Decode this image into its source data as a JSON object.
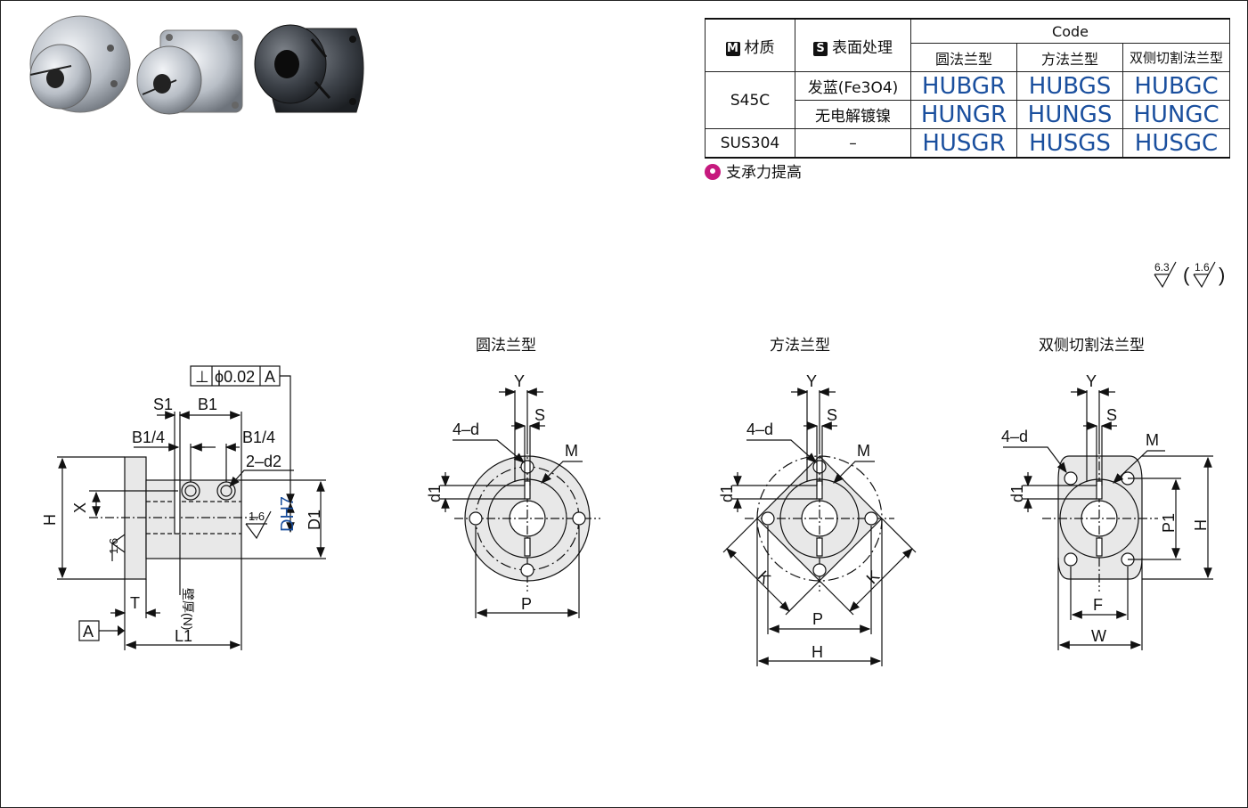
{
  "table": {
    "material_badge": "M",
    "material_header": "材质",
    "surface_badge": "S",
    "surface_header": "表面处理",
    "code_header": "Code",
    "types": [
      "圆法兰型",
      "方法兰型",
      "双侧切割法兰型"
    ],
    "rows": [
      {
        "material": "S45C",
        "surface": "发蓝(Fe3O4)",
        "codes": [
          "HUBGR",
          "HUBGS",
          "HUBGC"
        ]
      },
      {
        "material": "",
        "surface": "无电解镀镍",
        "codes": [
          "HUNGR",
          "HUNGS",
          "HUNGC"
        ]
      },
      {
        "material": "SUS304",
        "surface": "–",
        "codes": [
          "HUSGR",
          "HUSGS",
          "HUSGC"
        ]
      }
    ]
  },
  "note": "支承力提高",
  "roughness": {
    "main": "6.3",
    "alt": "1.6"
  },
  "views": {
    "round_title": "圆法兰型",
    "square_title": "方法兰型",
    "cut_title": "双侧切割法兰型"
  },
  "side_view": {
    "tolerance_symbol": "⊥",
    "tolerance_value": "ϕ0.02",
    "datum": "A",
    "S1": "S1",
    "B1": "B1",
    "B1q_left": "B1/4",
    "B1q_right": "B1/4",
    "two_d2": "2–d2",
    "H": "H",
    "X": "X",
    "D1": "D1",
    "DH7": "DH7",
    "r16a": "1.6",
    "r16b": "1.6",
    "T": "T",
    "L1": "L1",
    "wall": "壁厚(N)"
  },
  "dims": {
    "Y": "Y",
    "S": "S",
    "M": "M",
    "fourd": "4–d",
    "d1": "d1",
    "P": "P",
    "K": "K",
    "H": "H",
    "P1": "P1",
    "F": "F",
    "W": "W"
  }
}
